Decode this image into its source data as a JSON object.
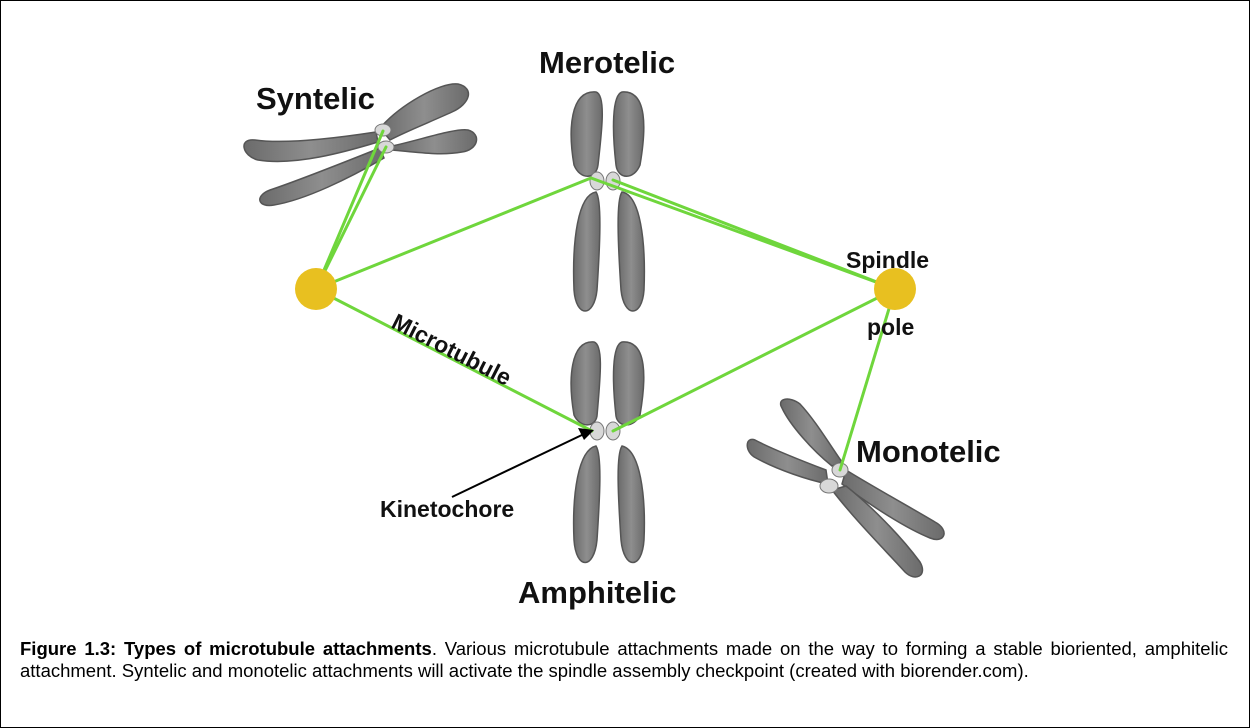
{
  "labels": {
    "syntelic": "Syntelic",
    "merotelic": "Merotelic",
    "amphitelic": "Amphitelic",
    "monotelic": "Monotelic",
    "spindle": "Spindle",
    "pole": "pole",
    "microtubule": "Microtubule",
    "kinetochore": "Kinetochore"
  },
  "caption": {
    "title": "Figure 1.3: Types of microtubule attachments",
    "text": ". Various microtubule attachments made on the way to forming a stable bioriented, amphitelic attachment. Syntelic and monotelic attachments will activate the spindle assembly checkpoint (created with biorender.com)."
  },
  "colors": {
    "microtubule": "#6fd63c",
    "pole": "#e8c020",
    "chromosome": "#7e7e7e",
    "chromosome_edge": "#555555",
    "kinetochore": "#d8d8d8"
  }
}
